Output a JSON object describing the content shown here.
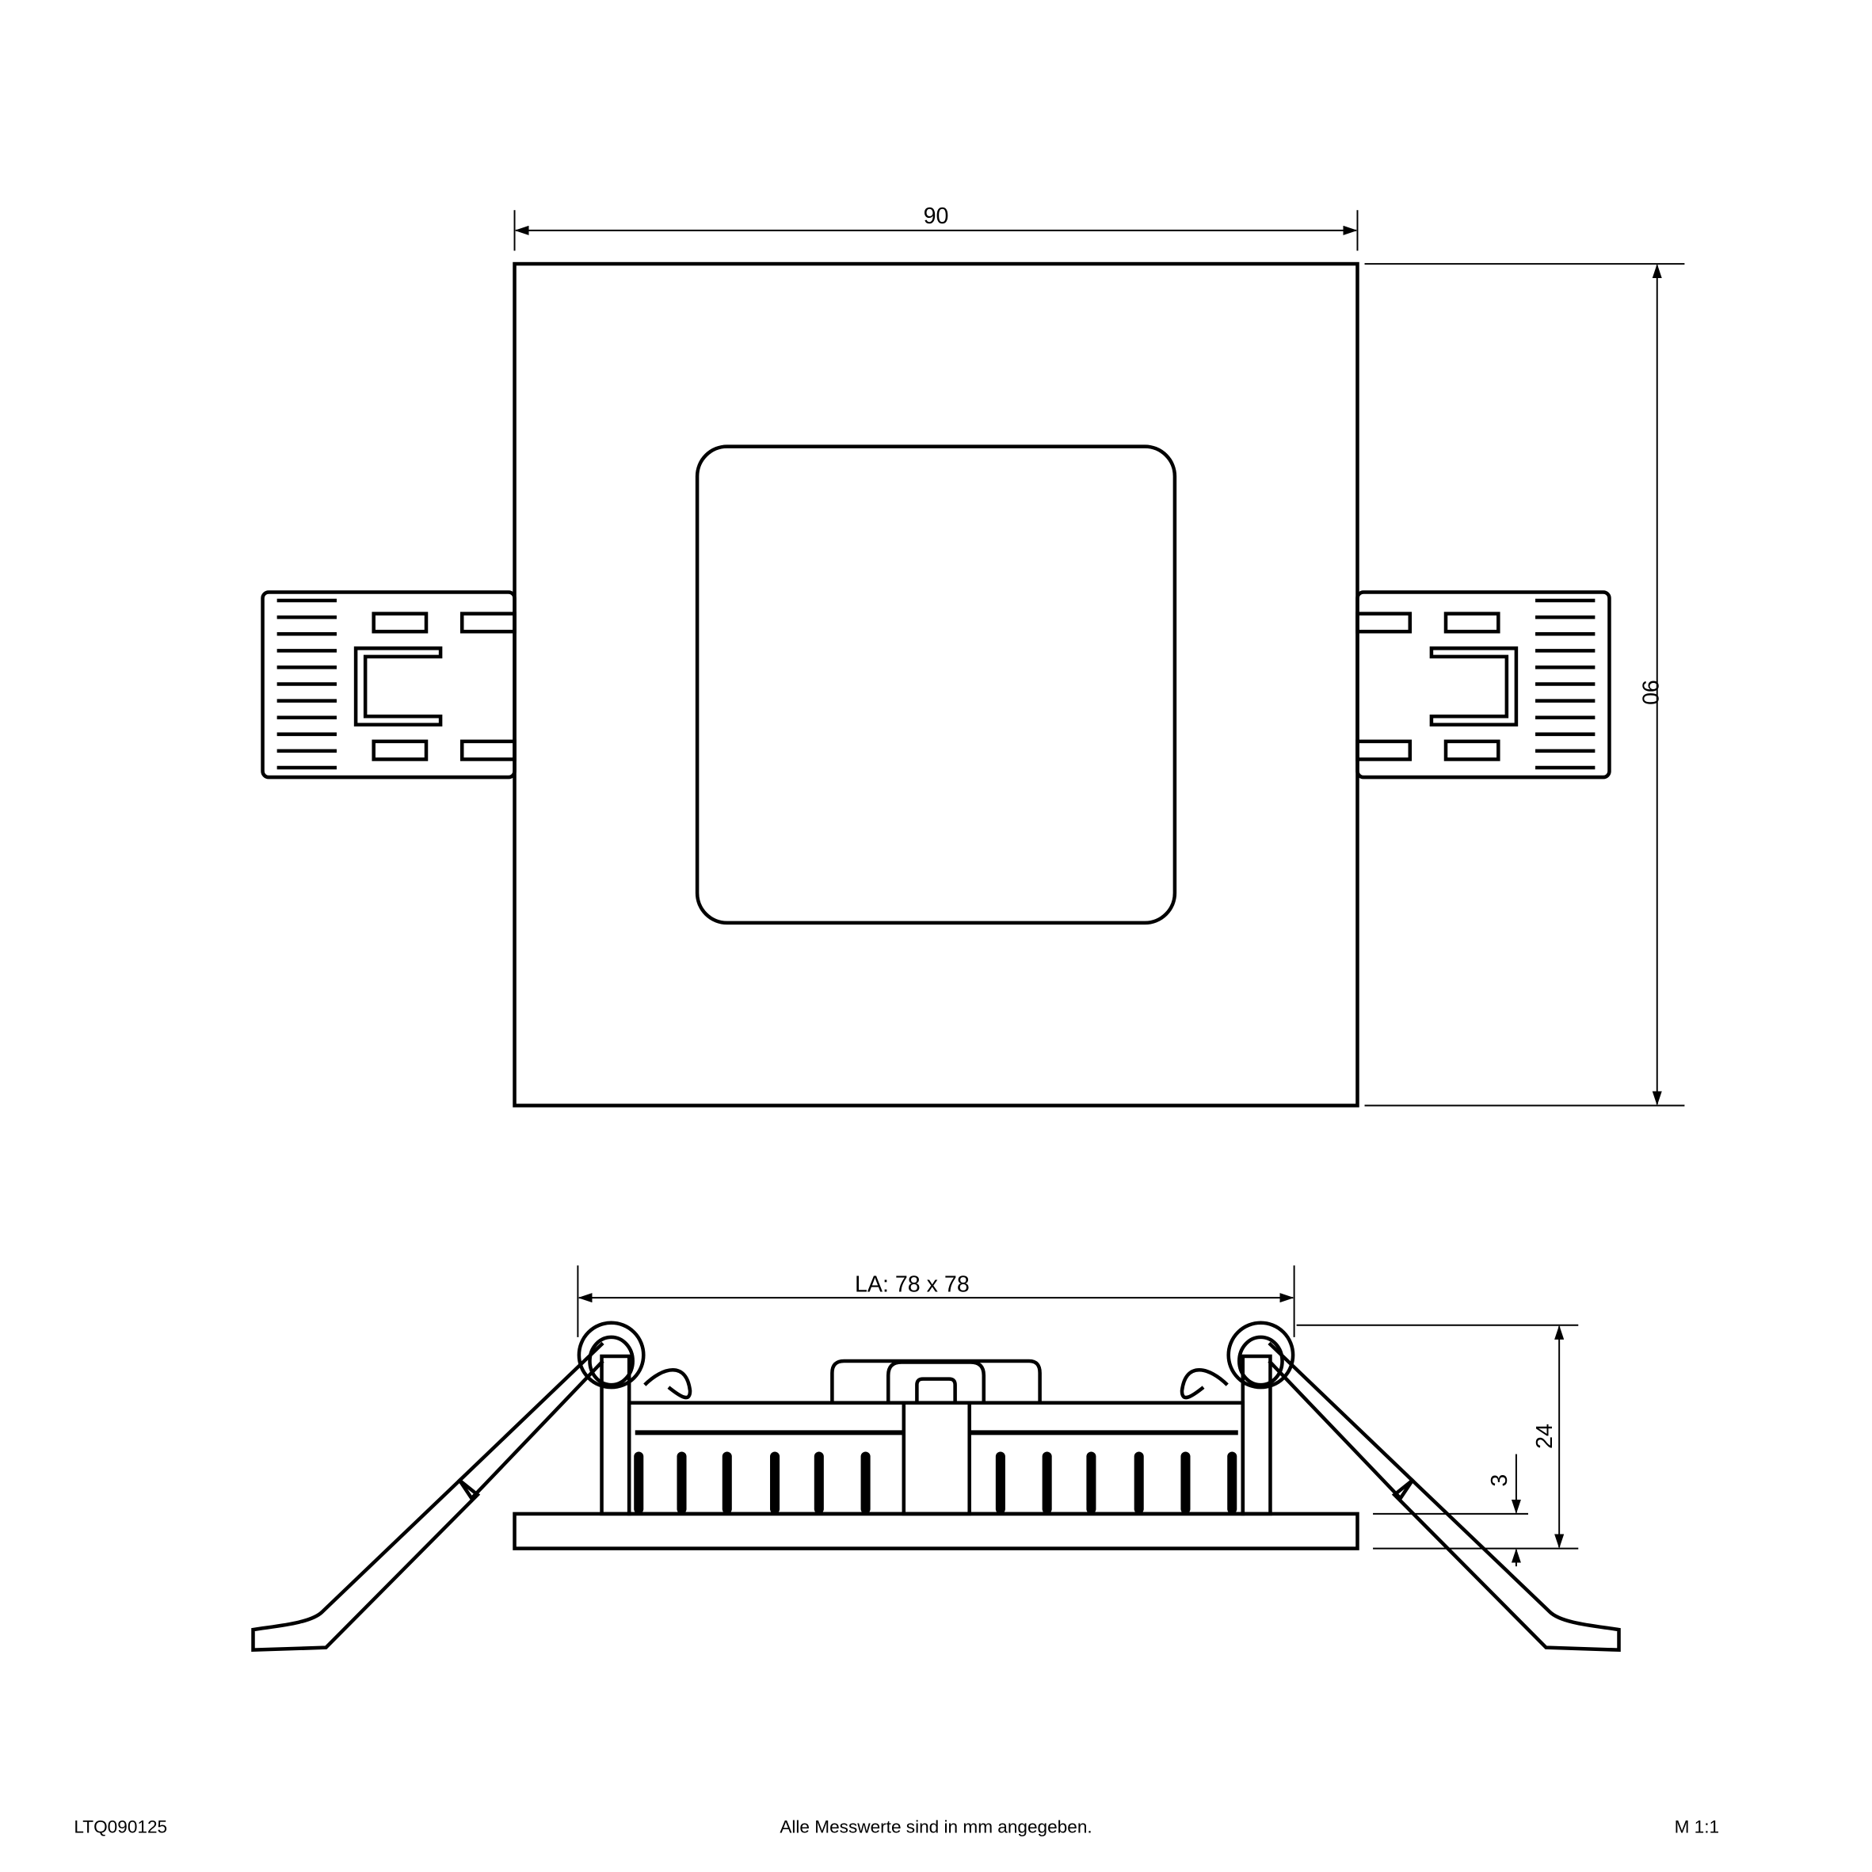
{
  "drawing": {
    "top_view": {
      "width_label": "90",
      "height_label": "90"
    },
    "side_view": {
      "cutout_label": "LA: 78 x 78",
      "height_label": "24",
      "plate_label": "3"
    }
  },
  "footer": {
    "article_number": "LTQ090125",
    "note": "Alle Messwerte sind in mm angegeben.",
    "scale": "M 1:1"
  }
}
